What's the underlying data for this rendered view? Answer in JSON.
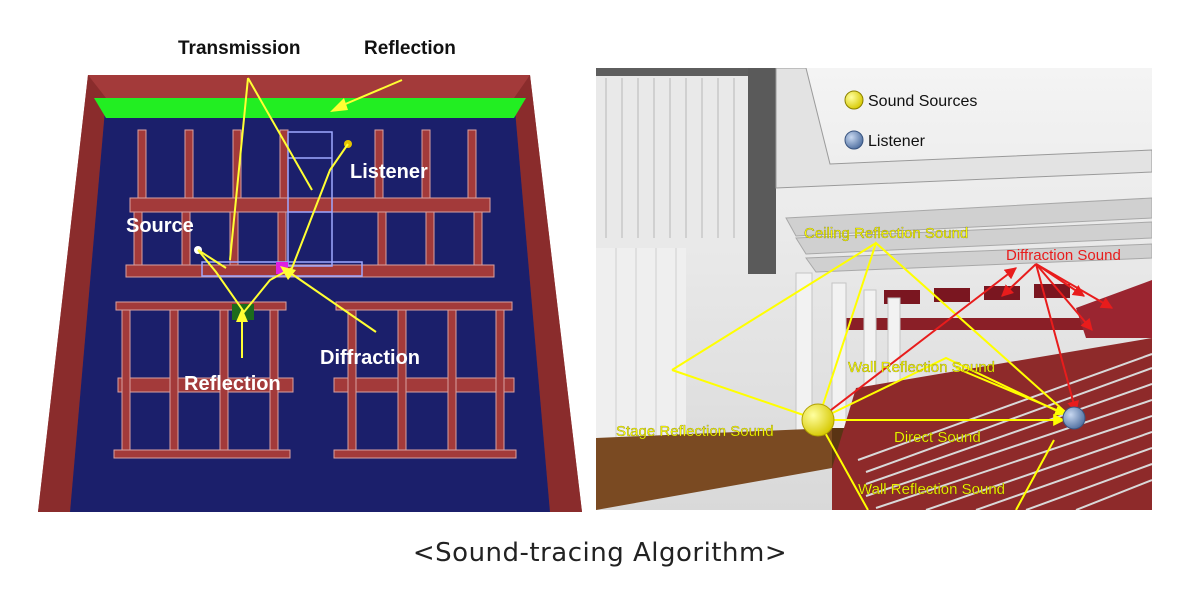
{
  "caption": "<Sound-tracing Algorithm>",
  "left_diagram": {
    "labels": {
      "transmission": "Transmission",
      "reflection_top": "Reflection",
      "listener": "Listener",
      "source": "Source",
      "reflection_bottom": "Reflection",
      "diffraction": "Diffraction"
    },
    "colors": {
      "wall": "#a33a3a",
      "floor": "#1b1f6b",
      "top_strip": "#22ee22",
      "ray": "#ffff33"
    }
  },
  "right_diagram": {
    "legend": {
      "sound_sources": "Sound Sources",
      "listener": "Listener"
    },
    "labels": {
      "ceiling_reflection": "Ceiling Reflection Sound",
      "diffraction": "Diffraction Sound",
      "wall_reflection_upper": "Wall Reflection Sound",
      "stage_reflection": "Stage Reflection Sound",
      "direct": "Direct Sound",
      "wall_reflection_lower": "Wall Reflection Sound"
    },
    "colors": {
      "source": "#f2e600",
      "listener": "#6f8fc0",
      "ray_yellow": "#ffff00",
      "ray_red": "#e81c1c"
    }
  }
}
